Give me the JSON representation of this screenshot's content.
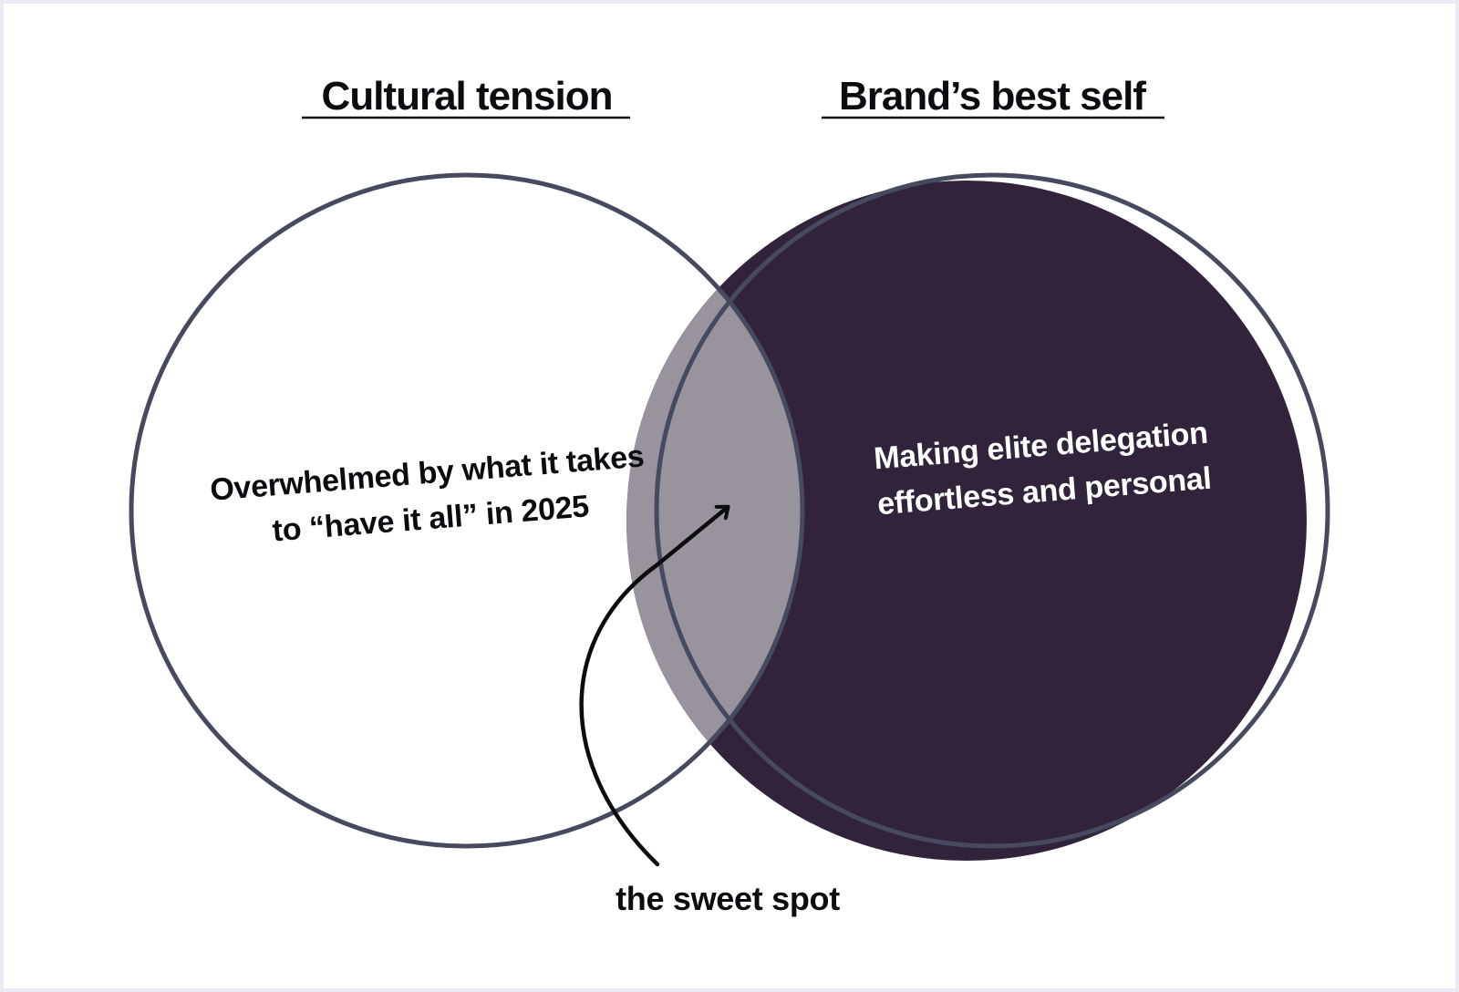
{
  "diagram": {
    "left_set": {
      "heading": "Cultural tension",
      "text_line_1": "Overwhelmed by what it takes",
      "text_line_2": "to “have it all” in 2025"
    },
    "right_set": {
      "heading": "Brand’s best self",
      "text_line_1": "Making elite delegation",
      "text_line_2": "effortless and personal"
    },
    "intersection": {
      "caption": "the sweet spot"
    },
    "colors": {
      "outline": "#474a5e",
      "brand_fill": "#30233a",
      "overlap_fill": "#98939c",
      "background": "#ffffff",
      "frame": "#ebeaf5"
    }
  }
}
